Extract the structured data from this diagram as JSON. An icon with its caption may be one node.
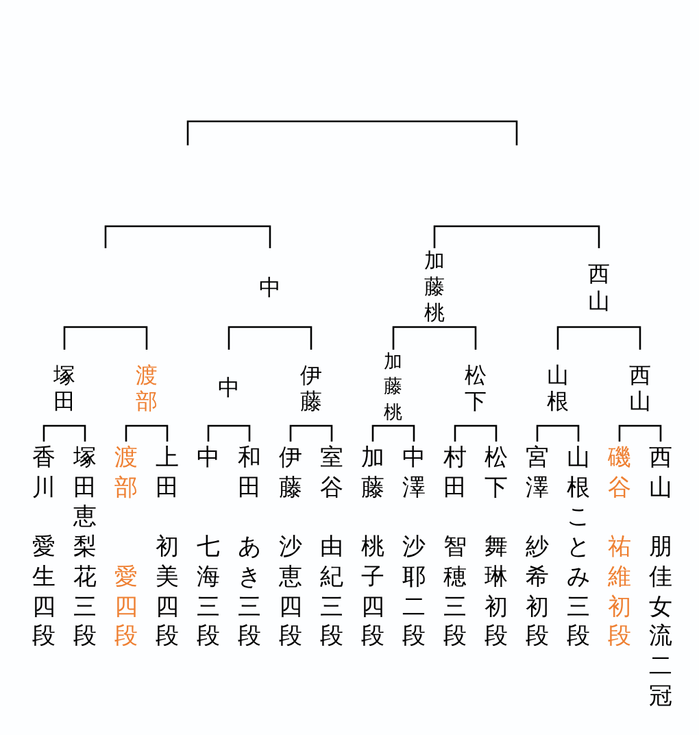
{
  "diagram": {
    "nodes": [
      {
        "text": [
          "中"
        ]
      },
      {
        "text": [
          "加藤桃"
        ]
      },
      {
        "text": [
          "西山"
        ]
      },
      {
        "text": [
          "塚田"
        ]
      },
      {
        "text": [
          "渡部"
        ]
      },
      {
        "text": [
          "中"
        ]
      },
      {
        "text": [
          "伊藤"
        ]
      },
      {
        "text": [
          "加藤桃"
        ]
      },
      {
        "text": [
          "松下"
        ]
      },
      {
        "text": [
          "山根"
        ]
      },
      {
        "text": [
          "西山"
        ]
      },
      {
        "text": [
          "香川",
          "愛生",
          "四段"
        ]
      },
      {
        "text": [
          "塚田",
          "恵梨花",
          "三段"
        ]
      },
      {
        "text": [
          "渡部",
          "愛",
          "四段"
        ]
      },
      {
        "text": [
          "上田",
          "初美",
          "四段"
        ]
      },
      {
        "text": [
          "中",
          "七海",
          "三段"
        ]
      },
      {
        "text": [
          "和田",
          "あき",
          "三段"
        ]
      },
      {
        "text": [
          "伊藤",
          "沙恵",
          "四段"
        ]
      },
      {
        "text": [
          "室谷",
          "由紀",
          "三段"
        ]
      },
      {
        "text": [
          "加藤",
          "桃子",
          "四段"
        ]
      },
      {
        "text": [
          "中澤",
          "沙耶",
          "二段"
        ]
      },
      {
        "text": [
          "村田",
          "智穂",
          "三段"
        ]
      },
      {
        "text": [
          "松下",
          "舞琳",
          "初段"
        ]
      },
      {
        "text": [
          "宮澤",
          "紗希",
          "初段"
        ]
      },
      {
        "text": [
          "山根",
          "ことみ",
          "三段"
        ]
      },
      {
        "text": [
          "磯谷",
          "祐維",
          "初段"
        ]
      },
      {
        "text": [
          "西山",
          "朋佳",
          "女流二冠"
        ]
      }
    ],
    "edges": [
      {
        "from": null,
        "to": 0,
        "arrow": "none"
      },
      {
        "from": 1,
        "to": 2,
        "arrow": "none"
      },
      {
        "from": 3,
        "to": 4,
        "arrow": "none"
      },
      {
        "from": 5,
        "to": 6,
        "arrow": "none"
      },
      {
        "from": 7,
        "to": 8,
        "arrow": "none"
      },
      {
        "from": 9,
        "to": 10,
        "arrow": "none"
      },
      {
        "from": 11,
        "to": 12,
        "arrow": "none"
      },
      {
        "from": 13,
        "to": 14,
        "arrow": "none"
      },
      {
        "from": 15,
        "to": 16,
        "arrow": "none"
      },
      {
        "from": 17,
        "to": 18,
        "arrow": "none"
      },
      {
        "from": 19,
        "to": 20,
        "arrow": "none"
      },
      {
        "from": 21,
        "to": 22,
        "arrow": "none"
      },
      {
        "from": 23,
        "to": 24,
        "arrow": "none"
      },
      {
        "from": 25,
        "to": 26,
        "arrow": "none"
      }
    ]
  }
}
